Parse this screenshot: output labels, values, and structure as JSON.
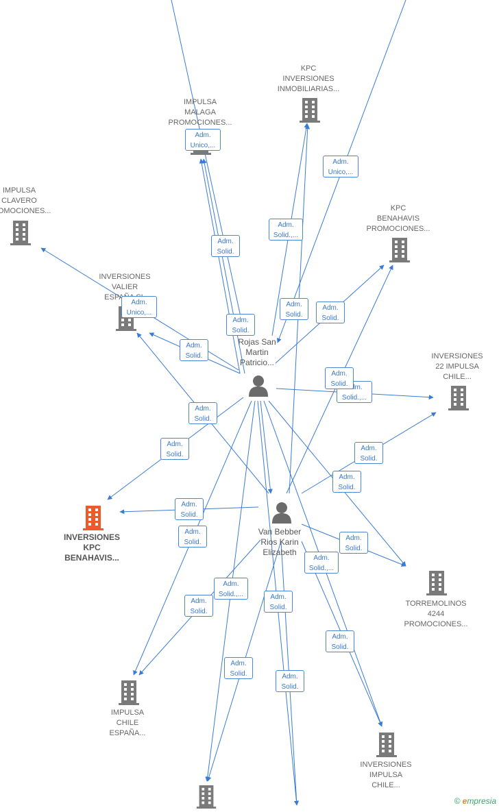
{
  "nodes": {
    "impulsa_malaga": "IMPULSA\nMALAGA\nPROMOCIONES...",
    "kpc_inversiones_inmob": "KPC\nINVERSIONES\nINMOBILIARIAS...",
    "impulsa_clavero": "IMPULSA\nCLAVERO\nPROMOCIONES...",
    "kpc_benahavis_prom": "KPC\nBENAHAVIS\nPROMOCIONES...",
    "inversiones_valier": "INVERSIONES\nVALIER\nESPAÑA SL",
    "inversiones_22": "INVERSIONES\n22 IMPULSA\nCHILE...",
    "inversiones_kpc_benahavis": "INVERSIONES\nKPC\nBENAHAVIS...",
    "torremolinos": "TORREMOLINOS\n4244\nPROMOCIONES...",
    "impulsa_chile_espana": "IMPULSA\nCHILE\nESPAÑA...",
    "inversiones_impulsa_chile": "INVERSIONES\nIMPULSA\nCHILE...",
    "person_rojas": "Rojas San\nMartin\nPatricio...",
    "person_vanbebber": "Van Bebber\nRios Karin\nElizabeth"
  },
  "edge_labels": {
    "adm_unico": "Adm.\nUnico,...",
    "adm_solid": "Adm.\nSolid.",
    "adm_solid_more": "Adm.\nSolid.,..."
  },
  "brand": {
    "copyright": "©",
    "e": "e",
    "name": "mpresia"
  },
  "colors": {
    "edge": "#3a7bd5",
    "building": "#7a7a7a",
    "focus": "#f05a28",
    "person": "#6b6b6b"
  }
}
